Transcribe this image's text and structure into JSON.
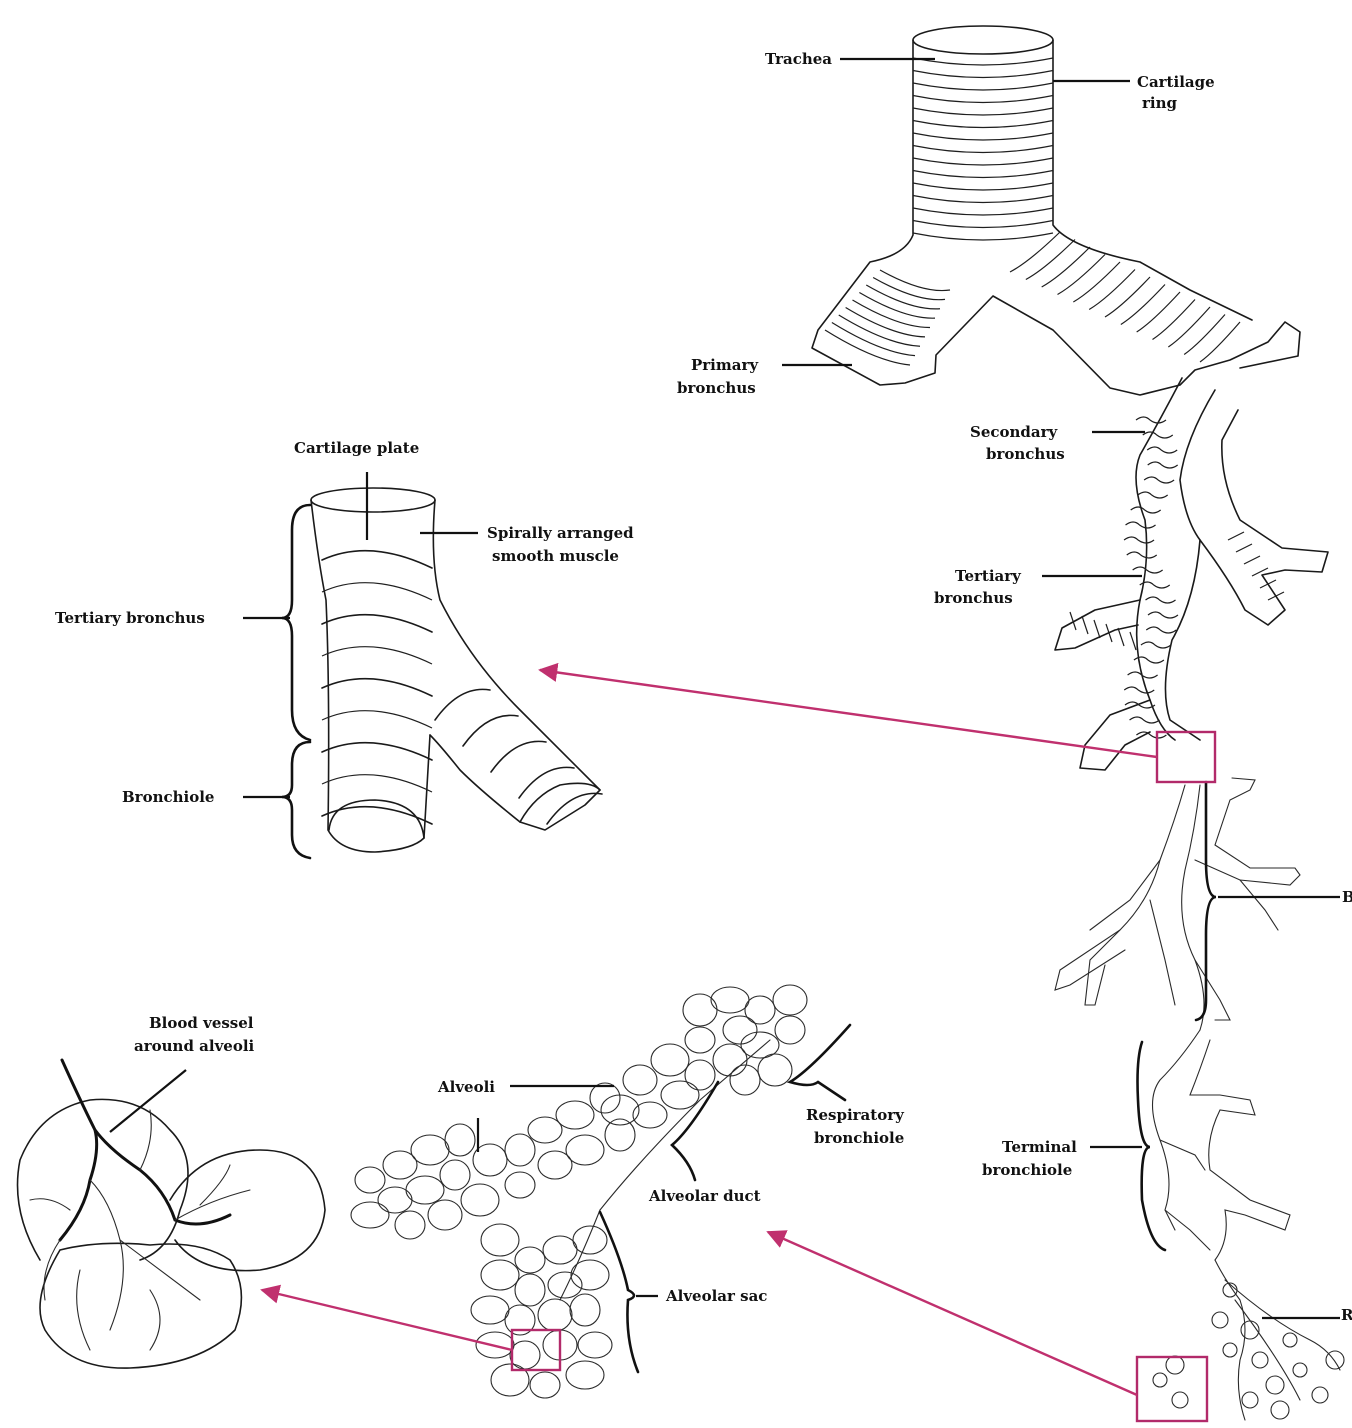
{
  "labels": {
    "trachea": "Trachea",
    "cartilage_ring_1": "Cartilage",
    "cartilage_ring_2": "ring",
    "primary_bronchus_1": "Primary",
    "primary_bronchus_2": "bronchus",
    "secondary_bronchus_1": "Secondary",
    "secondary_bronchus_2": "bronchus",
    "tertiary_bronchus_1": "Tertiary",
    "tertiary_bronchus_2": "bronchus",
    "cartilage_plate": "Cartilage plate",
    "smooth_muscle_1": "Spirally arranged",
    "smooth_muscle_2": "smooth muscle",
    "tertiary_bronchus_detail": "Tertiary bronchus",
    "bronchiole": "Bronchiole",
    "bronchioles_cut": "B",
    "terminal_bronchiole_1": "Terminal",
    "terminal_bronchiole_2": "bronchiole",
    "respiratory_cut": "R",
    "blood_vessel_1": "Blood vessel",
    "blood_vessel_2": "around alveoli",
    "alveoli": "Alveoli",
    "respiratory_bronchiole_1": "Respiratory",
    "respiratory_bronchiole_2": "bronchiole",
    "alveolar_duct": "Alveolar duct",
    "alveolar_sac": "Alveolar sac"
  },
  "colors": {
    "arrow": "#c0306e",
    "highlight_box": "#b22a6a",
    "ink": "#1a1a1a"
  }
}
